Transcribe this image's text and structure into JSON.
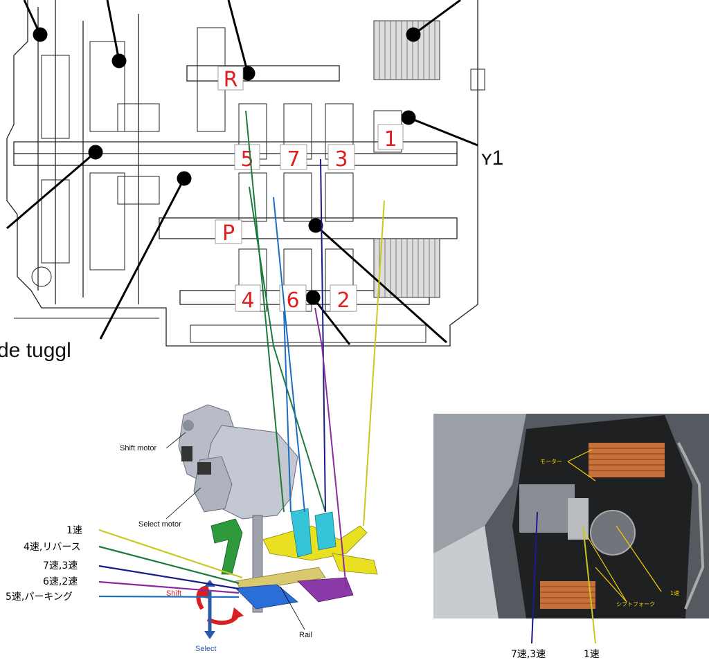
{
  "gear_box_labels": [
    "R",
    "5",
    "7",
    "3",
    "1",
    "P",
    "4",
    "6",
    "2"
  ],
  "fragment_right": "ʏ1",
  "fragment_bottom": "de tuggl",
  "actuator_labels": {
    "shift_motor": "Shift motor",
    "select_motor": "Select motor",
    "rail": "Rail",
    "shift": "Shift",
    "select": "Select"
  },
  "legend": [
    {
      "label": "1速",
      "color": "#c8c81e"
    },
    {
      "label": "4速,リバース",
      "color": "#1e7a3c"
    },
    {
      "label": "7速,3速",
      "color": "#1a1a8c"
    },
    {
      "label": "6速,2速",
      "color": "#8c2a9c"
    },
    {
      "label": "5速,パーキング",
      "color": "#1a6ec0"
    }
  ],
  "photo_labels": {
    "motor": "モーター",
    "shift_fork": "シフトフォーク",
    "first": "1速"
  },
  "photo_captions": {
    "left": "7速,3速",
    "right": "1速"
  }
}
